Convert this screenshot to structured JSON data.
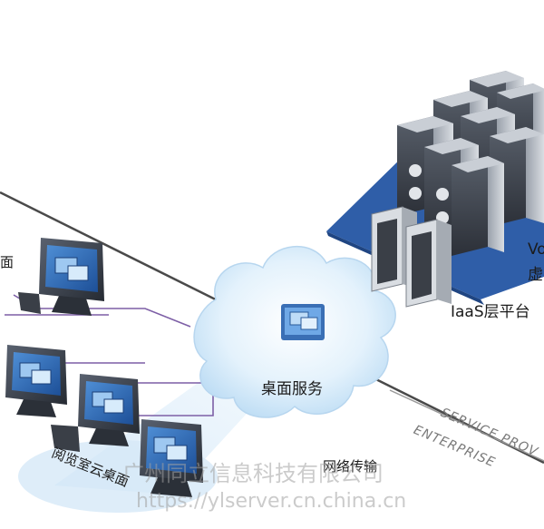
{
  "labels": {
    "iaas_platform": "IaaS层平台",
    "desktop_service": "桌面服务",
    "reading_room": "阅览室云桌面",
    "network_transport": "网络传输",
    "vo_partial": "Vo",
    "virtual_partial": "虚",
    "left_partial": "面"
  },
  "band": {
    "service_provider": "SERVICE PROV",
    "enterprise": "ENTERPRISE"
  },
  "watermark": {
    "company": "广州同立信息科技有限公司",
    "url": "https://ylserver.cn.china.cn"
  },
  "colors": {
    "cloud_fill": "#d7ecfb",
    "platform_blue": "#2f5ea8",
    "server_dark": "#3a3f47",
    "link_purple": "#7d5fa6"
  }
}
